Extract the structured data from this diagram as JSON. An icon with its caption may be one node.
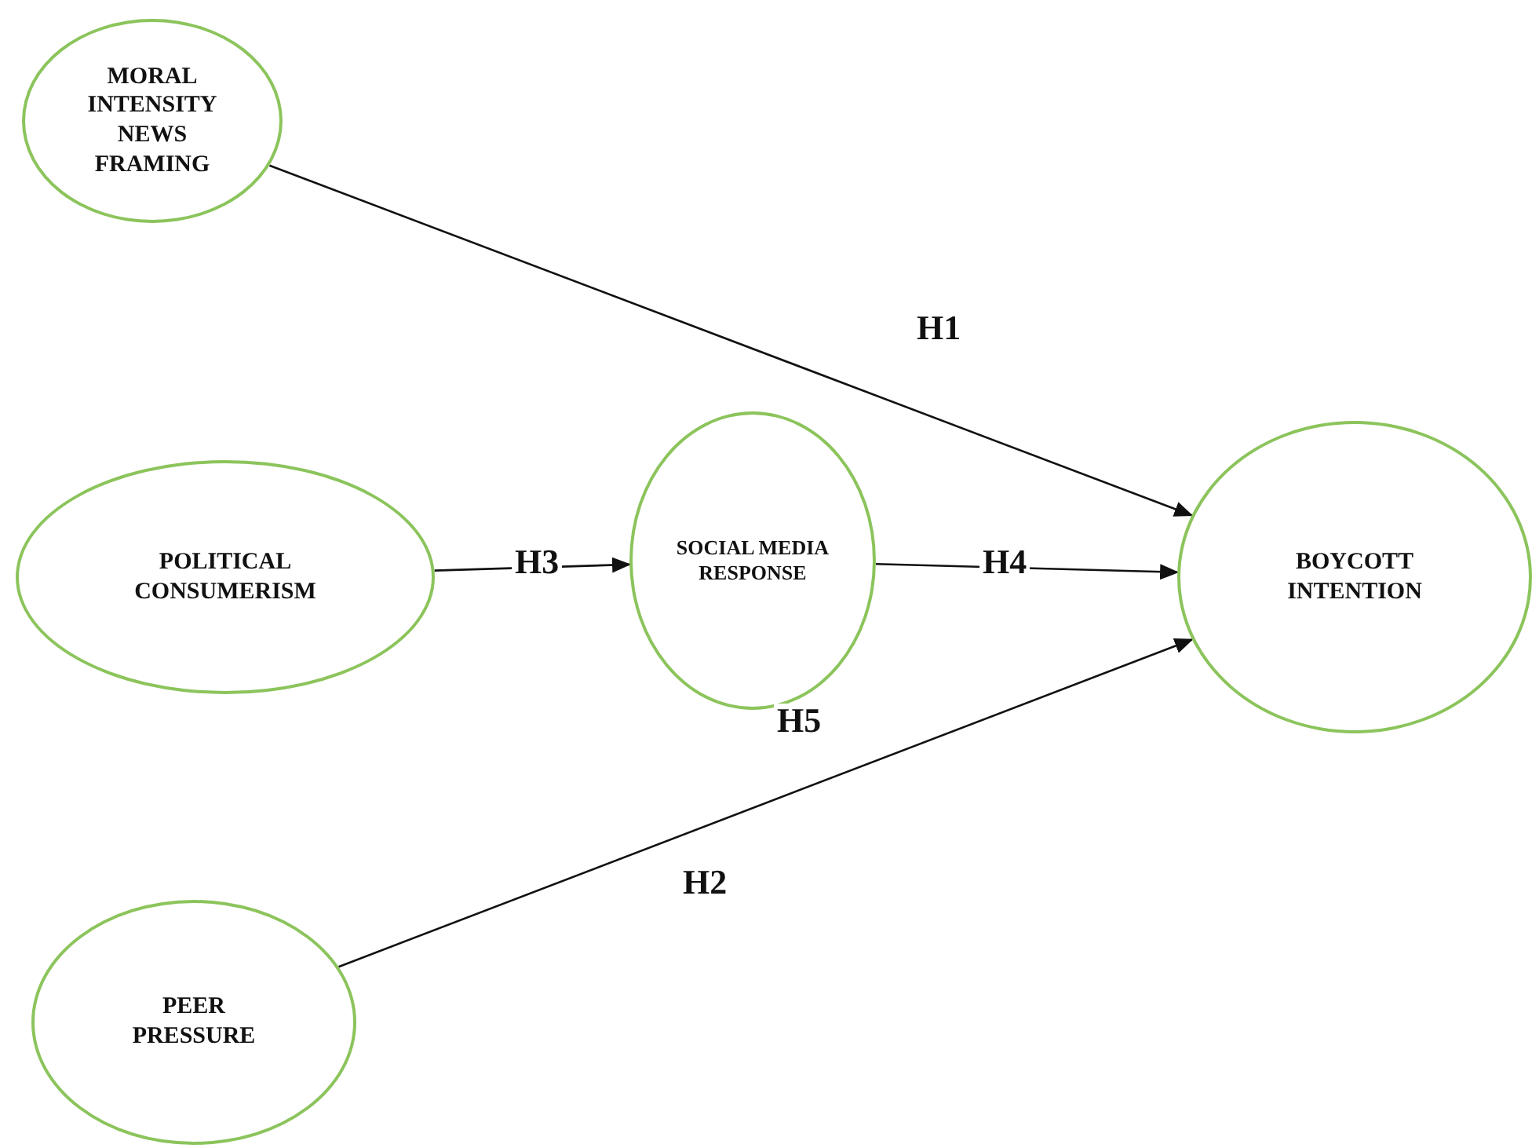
{
  "diagram": {
    "nodes": [
      {
        "text": [
          "MORAL INTENSITY NEWS FRAMING"
        ]
      },
      {
        "text": [
          "POLITICAL CONSUMERISM"
        ]
      },
      {
        "text": [
          "SOCIAL MEDIA RESPONSE"
        ]
      },
      {
        "text": [
          "BOYCOTT INTENTION"
        ]
      },
      {
        "text": [
          "PEER PRESSURE"
        ]
      }
    ],
    "edges": [
      {
        "from": 0,
        "to": 3,
        "arrow": "to",
        "label": "H1"
      },
      {
        "from": 1,
        "to": 2,
        "arrow": "to",
        "label": "H3"
      },
      {
        "from": 2,
        "to": 3,
        "arrow": "to",
        "label": "H4"
      },
      {
        "from": 4,
        "to": 3,
        "arrow": "to",
        "label": "H2"
      }
    ],
    "labels": [
      "H5"
    ]
  }
}
